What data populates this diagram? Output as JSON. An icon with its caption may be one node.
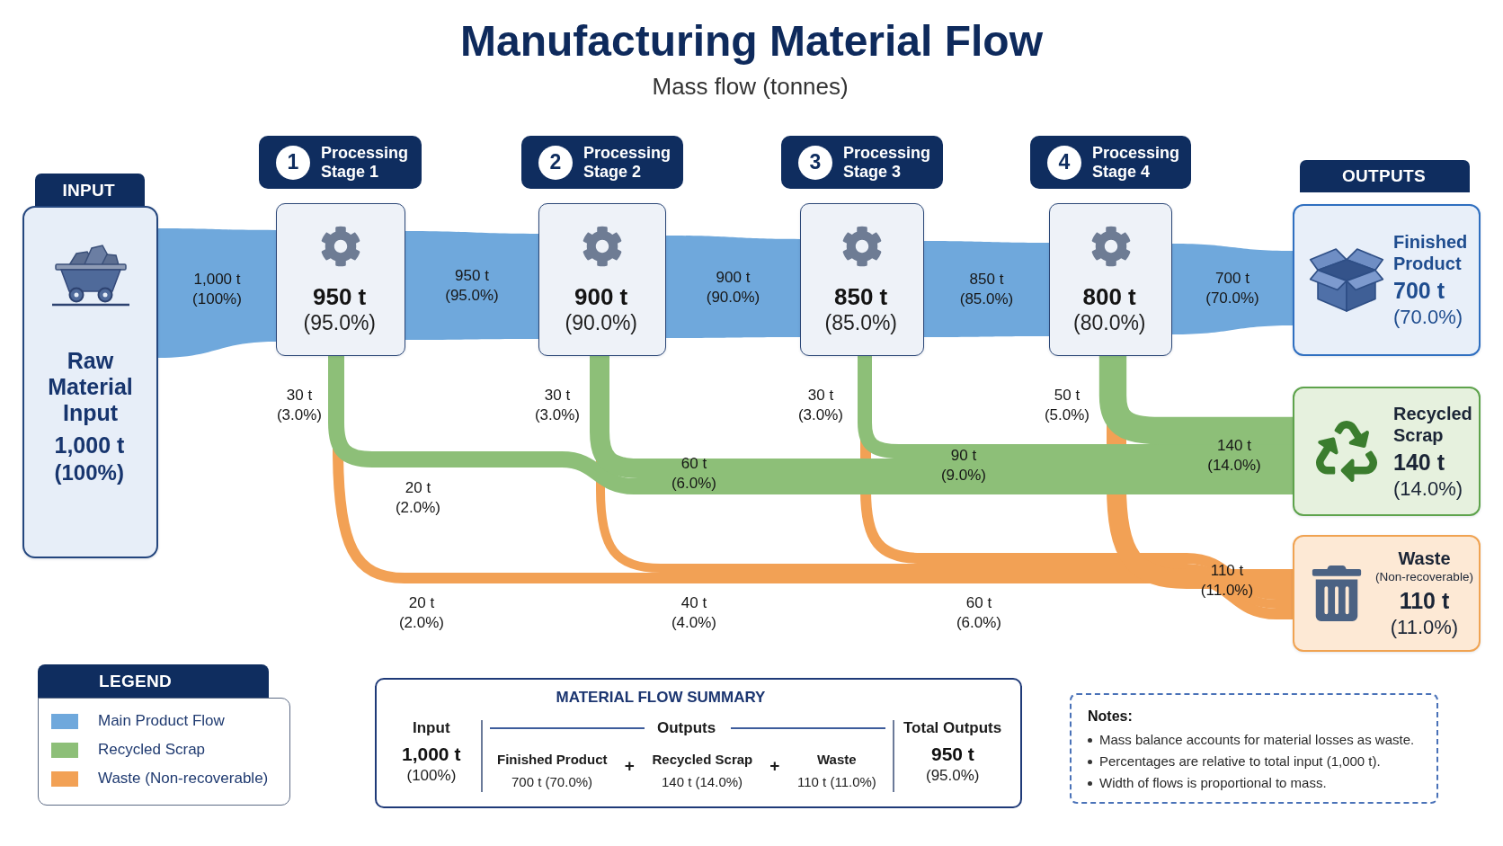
{
  "diagram": {
    "title": "Manufacturing Material Flow",
    "nodes": [
      {
        "text": [
          "INPUT"
        ]
      },
      {
        "text": [
          "Raw Material Input",
          "1,000 t",
          "(100%)"
        ]
      },
      {
        "text": [
          "1",
          "Processing Stage 1"
        ]
      },
      {
        "text": [
          "950 t",
          "(95.0%)"
        ]
      },
      {
        "text": [
          "2",
          "Processing Stage 2"
        ]
      },
      {
        "text": [
          "900 t",
          "(90.0%)"
        ]
      },
      {
        "text": [
          "3",
          "Processing Stage 3"
        ]
      },
      {
        "text": [
          "850 t",
          "(85.0%)"
        ]
      },
      {
        "text": [
          "4",
          "Processing Stage 4"
        ]
      },
      {
        "text": [
          "800 t",
          "(80.0%)"
        ]
      },
      {
        "text": [
          "OUTPUTS"
        ]
      },
      {
        "text": [
          "Finished Product",
          "700 t",
          "(70.0%)"
        ]
      },
      {
        "text": [
          "Recycled Scrap",
          "140 t",
          "(14.0%)"
        ]
      },
      {
        "text": [
          "Waste",
          "(Non-recoverable)",
          "110 t",
          "(11.0%)"
        ]
      },
      {
        "text": [
          "MATERIAL FLOW SUMMARY",
          "Input",
          "1,000 t",
          "(100%)",
          "Outputs",
          "Finished Product",
          "700 t (70.0%)",
          "+",
          "Recycled Scrap",
          "140 t (14.0%)",
          "+",
          "Waste",
          "110 t (11.0%)",
          "Total Outputs",
          "950 t",
          "(95.0%)"
        ]
      },
      {
        "text": [
          "Notes:",
          "Mass balance accounts for material losses as waste.",
          "Percentages are relative to total input (1,000 t).",
          "Width of flows is proportional to mass."
        ]
      }
    ],
    "edges": [
      {
        "from": 1,
        "to": 3,
        "arrow": "none",
        "label": "1,000 t (100%)"
      },
      {
        "from": 3,
        "to": 5,
        "arrow": "none",
        "label": "950 t (95.0%)"
      },
      {
        "from": 5,
        "to": 7,
        "arrow": "none",
        "label": "900 t (90.0%)"
      },
      {
        "from": 7,
        "to": 9,
        "arrow": "none",
        "label": "850 t (85.0%)"
      },
      {
        "from": 9,
        "to": 11,
        "arrow": "none",
        "label": "700 t (70.0%)"
      },
      {
        "from": 3,
        "to": 12,
        "arrow": "none",
        "color": "#8dbf78"
      },
      {
        "from": 5,
        "to": 12,
        "arrow": "none",
        "color": "#8dbf78"
      },
      {
        "from": 7,
        "to": 12,
        "arrow": "none",
        "color": "#8dbf78"
      },
      {
        "from": 9,
        "to": 12,
        "arrow": "none",
        "style": "thick",
        "color": "#8dbf78"
      },
      {
        "from": 3,
        "to": 13,
        "arrow": "none",
        "color": "#f2a155"
      },
      {
        "from": 5,
        "to": 13,
        "arrow": "none",
        "color": "#f2a155"
      },
      {
        "from": 7,
        "to": 13,
        "arrow": "none",
        "color": "#f2a155"
      },
      {
        "from": 9,
        "to": 13,
        "arrow": "none",
        "color": "#f2a155"
      }
    ],
    "labels": [
      "Mass flow (tonnes)",
      "30 t (3.0%)",
      "30 t (3.0%)",
      "30 t (3.0%)",
      "50 t (5.0%)",
      "140 t (14.0%)",
      "90 t (9.0%)",
      "60 t (6.0%)",
      "20 t (2.0%)",
      "110 t (11.0%)",
      "20 t (2.0%)",
      "40 t (4.0%)",
      "60 t (6.0%)",
      "LEGEND"
    ],
    "legend": [
      {
        "text": "Main Product Flow",
        "color": "#6fa8dc"
      },
      {
        "text": "Recycled Scrap",
        "color": "#8dbf78"
      },
      {
        "text": "Waste (Non-recoverable)",
        "color": "#f2a155"
      }
    ]
  }
}
